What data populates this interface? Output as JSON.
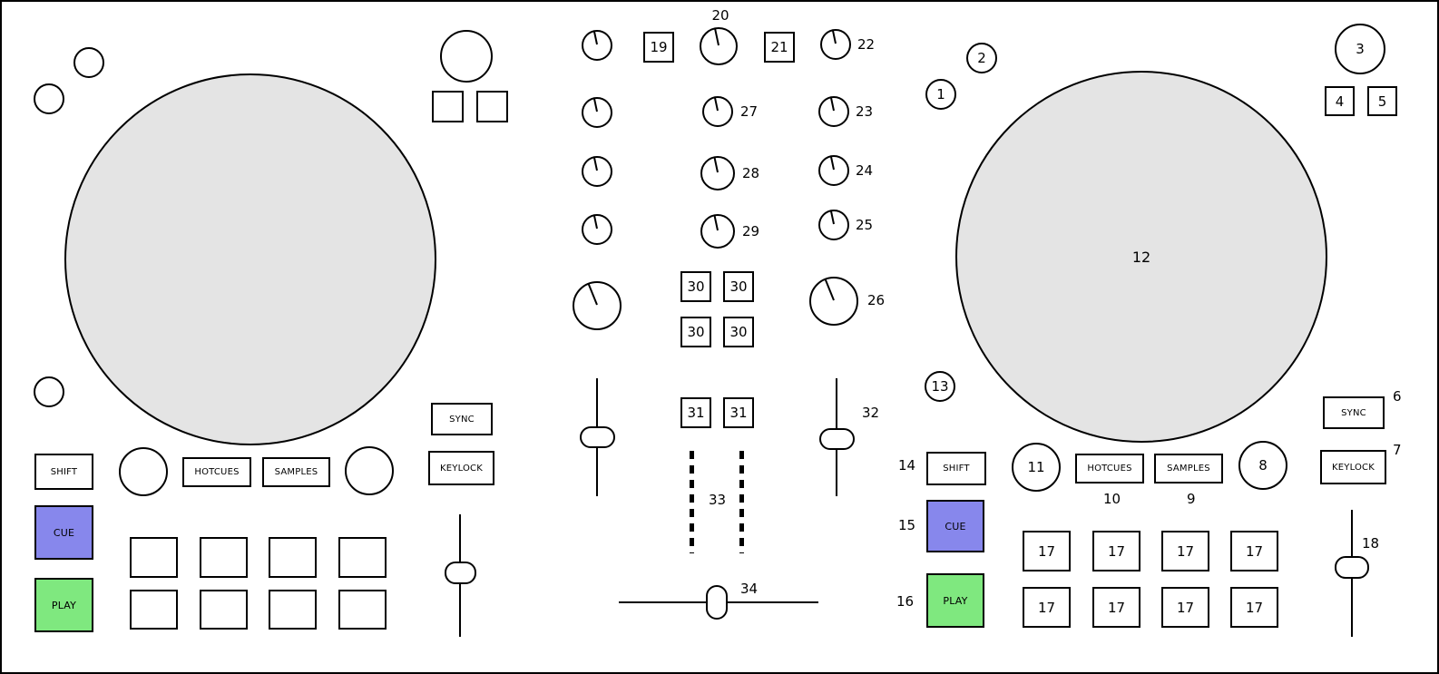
{
  "colors": {
    "background": "#ffffff",
    "outline": "#000000",
    "jog_wheel_fill": "#e4e4e4",
    "cue_button_fill": "#8787ec",
    "play_button_fill": "#7fe87f"
  },
  "buttons": {
    "shift": "SHIFT",
    "hotcues": "HOTCUES",
    "samples": "SAMPLES",
    "cue": "CUE",
    "play": "PLAY",
    "sync": "SYNC",
    "keylock": "KEYLOCK"
  },
  "numbers": {
    "1": "1",
    "2": "2",
    "3": "3",
    "4": "4",
    "5": "5",
    "6": "6",
    "7": "7",
    "8": "8",
    "9": "9",
    "10": "10",
    "11": "11",
    "12": "12",
    "13": "13",
    "14": "14",
    "15": "15",
    "16": "16",
    "17": "17",
    "18": "18",
    "19": "19",
    "20": "20",
    "21": "21",
    "22": "22",
    "23": "23",
    "24": "24",
    "25": "25",
    "26": "26",
    "27": "27",
    "28": "28",
    "29": "29",
    "30": "30",
    "31": "31",
    "32": "32",
    "33": "33",
    "34": "34"
  }
}
